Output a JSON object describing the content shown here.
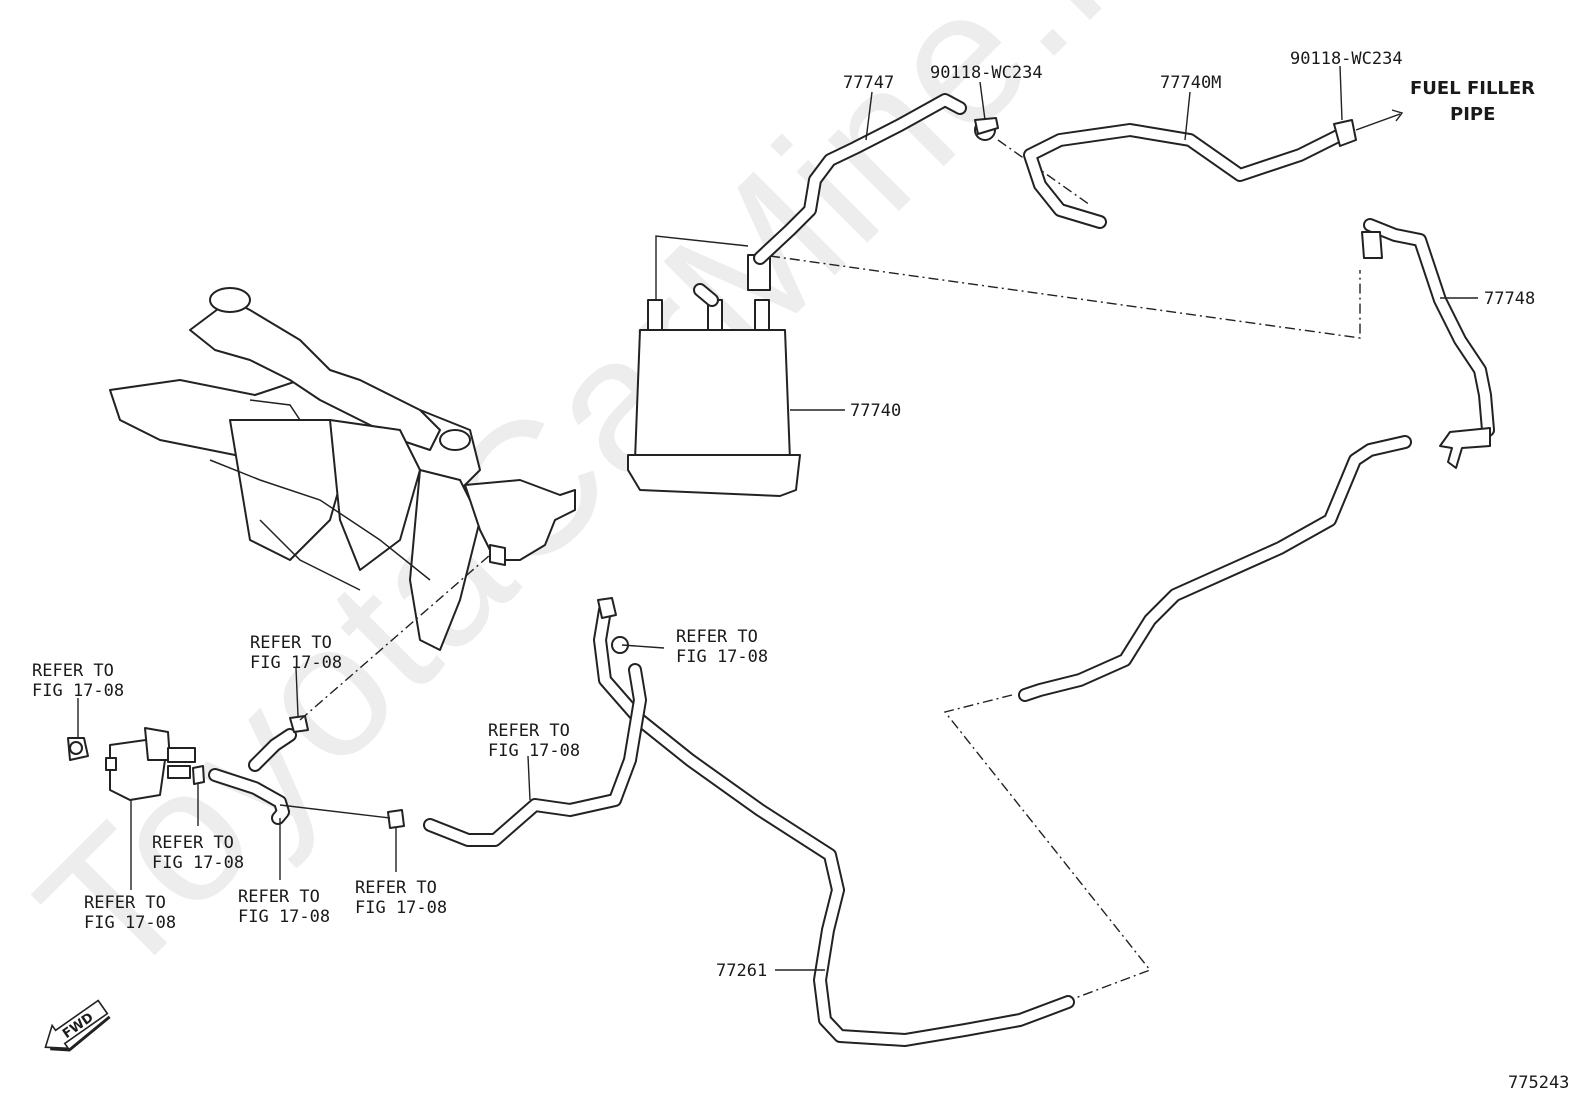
{
  "watermark": "ToyotaCarMine.ru",
  "figure_id": "775243",
  "fwd_label": "FWD",
  "fuel_filler": {
    "line1": "FUEL FILLER",
    "line2": "PIPE"
  },
  "parts": {
    "p77747": "77747",
    "p90118_a": "90118-WC234",
    "p77740M": "77740M",
    "p90118_b": "90118-WC234",
    "p77748": "77748",
    "p77740": "77740",
    "p77261": "77261"
  },
  "refer": {
    "line1": "REFER TO",
    "line2": "FIG 17-08"
  }
}
